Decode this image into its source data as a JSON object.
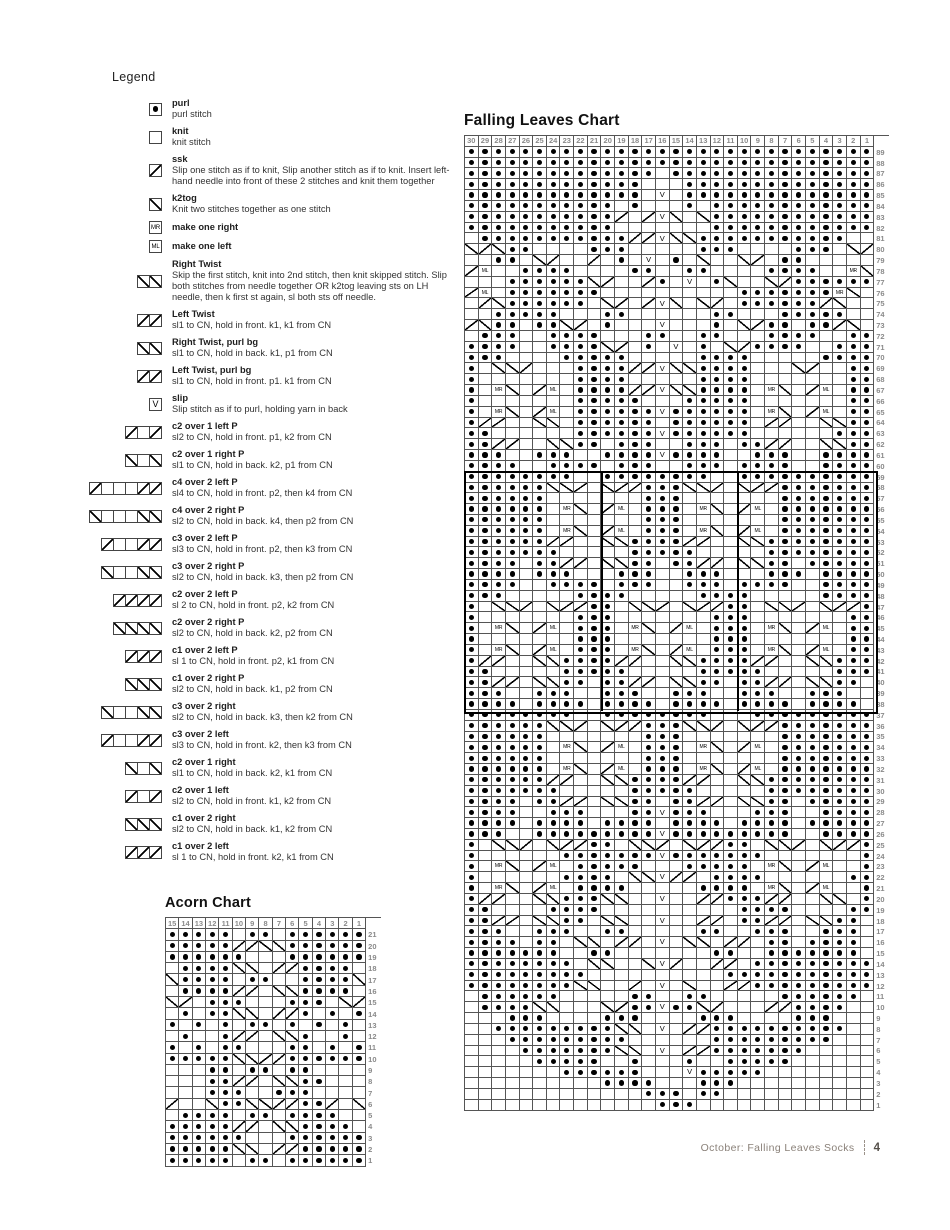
{
  "page": {
    "footer_text": "October: Falling Leaves Socks",
    "footer_page": "4"
  },
  "legend": {
    "title": "Legend",
    "items": [
      {
        "name": "purl",
        "desc": "purl stitch",
        "cells": [
          "."
        ]
      },
      {
        "name": "knit",
        "desc": "knit stitch",
        "cells": [
          "_"
        ]
      },
      {
        "name": "ssk",
        "desc": "Slip one stitch as if to knit, Slip another stitch as if to knit. Insert left-hand needle into front of these 2 stitches and knit them together",
        "cells": [
          "\\"
        ]
      },
      {
        "name": "k2tog",
        "desc": "Knit two stitches together as one stitch",
        "cells": [
          "/"
        ]
      },
      {
        "name": "make one right",
        "desc": "",
        "cells": [
          "R"
        ]
      },
      {
        "name": "make one left",
        "desc": "",
        "cells": [
          "L"
        ]
      },
      {
        "name": "Right Twist",
        "desc": "Skip the first stitch, knit into 2nd stitch, then knit skipped stitch. Slip both stitches from needle together OR k2tog leaving sts on LH needle, then k first st again, sl both sts off needle.",
        "cells": [
          "/",
          "/"
        ]
      },
      {
        "name": "Left Twist",
        "desc": "sl1 to CN, hold in front. k1, k1 from CN",
        "cells": [
          "\\",
          "\\"
        ]
      },
      {
        "name": "Right Twist, purl bg",
        "desc": "sl1 to CN, hold in back. k1, p1 from CN",
        "cells": [
          "/",
          "/"
        ]
      },
      {
        "name": "Left Twist, purl bg",
        "desc": "sl1 to CN, hold in front. p1. k1 from CN",
        "cells": [
          "\\",
          "\\"
        ]
      },
      {
        "name": "slip",
        "desc": "Slip stitch as if to purl, holding yarn in back",
        "cells": [
          "V"
        ]
      },
      {
        "name": "c2 over 1 left P",
        "desc": "sl2 to CN, hold in front. p1, k2 from CN",
        "cells": [
          "\\",
          "_",
          "\\"
        ]
      },
      {
        "name": "c2 over 1 right P",
        "desc": "sl1 to CN, hold in back. k2, p1 from CN",
        "cells": [
          "/",
          "_",
          "/"
        ]
      },
      {
        "name": "c4 over 2 left P",
        "desc": "sl4 to CN, hold in front. p2, then k4 from CN",
        "cells": [
          "\\",
          "_",
          "_",
          "_",
          "\\",
          "\\"
        ]
      },
      {
        "name": "c4 over 2 right P",
        "desc": "sl2 to CN, hold in back. k4, then p2 from CN",
        "cells": [
          "/",
          "_",
          "_",
          "_",
          "/",
          "/"
        ]
      },
      {
        "name": "c3 over 2 left P",
        "desc": "sl3 to CN, hold in front. p2, then k3 from CN",
        "cells": [
          "\\",
          "_",
          "_",
          "\\",
          "\\"
        ]
      },
      {
        "name": "c3 over 2 right P",
        "desc": "sl2 to CN, hold in back. k3, then p2 from CN",
        "cells": [
          "/",
          "_",
          "_",
          "/",
          "/"
        ]
      },
      {
        "name": "c2 over 2 left P",
        "desc": "sl 2 to CN, hold in front. p2, k2 from CN",
        "cells": [
          "\\",
          "\\",
          "\\",
          "\\"
        ]
      },
      {
        "name": "c2 over 2 right P",
        "desc": "sl2 to CN, hold in back. k2, p2 from CN",
        "cells": [
          "/",
          "/",
          "/",
          "/"
        ]
      },
      {
        "name": "c1 over 2 left P",
        "desc": "sl 1 to CN, hold in front. p2, k1 from CN",
        "cells": [
          "\\",
          "\\",
          "\\"
        ]
      },
      {
        "name": "c1 over 2 right P",
        "desc": "sl2 to CN, hold in back. k1, p2 from CN",
        "cells": [
          "/",
          "/",
          "/"
        ]
      },
      {
        "name": "c3 over 2 right",
        "desc": "sl2 to CN, hold in back. k3, then k2 from CN",
        "cells": [
          "/",
          "_",
          "_",
          "/",
          "/"
        ]
      },
      {
        "name": "c3 over 2 left",
        "desc": "sl3 to CN, hold in front. k2, then k3 from CN",
        "cells": [
          "\\",
          "_",
          "_",
          "\\",
          "\\"
        ]
      },
      {
        "name": "c2 over 1 right",
        "desc": "sl1 to CN, hold in back. k2, k1 from CN",
        "cells": [
          "/",
          "_",
          "/"
        ]
      },
      {
        "name": "c2 over 1 left",
        "desc": "sl2 to CN, hold in front. k1, k2 from CN",
        "cells": [
          "\\",
          "_",
          "\\"
        ]
      },
      {
        "name": "c1 over 2 right",
        "desc": "sl2 to CN, hold in back. k1, k2 from CN",
        "cells": [
          "/",
          "/",
          "/"
        ]
      },
      {
        "name": "c1 over 2 left",
        "desc": "sl 1 to CN, hold in front. k2, k1 from CN",
        "cells": [
          "\\",
          "\\",
          "\\"
        ]
      }
    ]
  },
  "acorn_chart": {
    "title": "Acorn Chart",
    "cols": [
      15,
      14,
      13,
      12,
      11,
      10,
      9,
      8,
      7,
      6,
      5,
      4,
      3,
      2,
      1
    ],
    "rows": [
      {
        "n": 21,
        "c": "....._.._......"
      },
      {
        "n": 20,
        "c": ".....\\\\//......"
      },
      {
        "n": 19,
        "c": "......___......"
      },
      {
        "n": 18,
        "c": "_....//_\\\\...._"
      },
      {
        "n": 17,
        "c": "/...._..__..../"
      },
      {
        "n": 16,
        "c": "_....\\\\_//...._"
      },
      {
        "n": 15,
        "c": "/\\_...___..._/\\"
      },
      {
        "n": 14,
        "c": "_._..//_\\\\._._."
      },
      {
        "n": 13,
        "c": "._._._.._._._._"
      },
      {
        "n": 12,
        "c": "_.__.\\\\_//.__._"
      },
      {
        "n": 11,
        "c": "._._..___.._._."
      },
      {
        "n": 10,
        "c": ".....//\\\\......"
      },
      {
        "n": 9,
        "c": "___.._.._..____"
      },
      {
        "n": 8,
        "c": "___..\\\\_//..___"
      },
      {
        "n": 7,
        "c": "___...__...____"
      },
      {
        "n": 6,
        "c": "\\__/..//\\\\..\\_/"
      },
      {
        "n": 5,
        "c": "_...._.._....__"
      },
      {
        "n": 4,
        "c": ".....\\\\_//...._"
      },
      {
        "n": 3,
        "c": "......___......"
      },
      {
        "n": 2,
        "c": ".....//_\\\\....."
      },
      {
        "n": 1,
        "c": "....._.._......"
      }
    ]
  },
  "falling_chart": {
    "title": "Falling Leaves Chart",
    "cols": [
      30,
      29,
      28,
      27,
      26,
      25,
      24,
      23,
      22,
      21,
      20,
      19,
      18,
      17,
      16,
      15,
      14,
      13,
      12,
      11,
      10,
      9,
      8,
      7,
      6,
      5,
      4,
      3,
      2,
      1
    ],
    "repeat": {
      "top_row": 59,
      "bottom_row": 38,
      "col_lines": [
        20,
        10
      ]
    },
    "rows": [
      {
        "n": 89,
        "c": ".............................."
      },
      {
        "n": 88,
        "c": ".............................."
      },
      {
        "n": 87,
        "c": ".............._..............."
      },
      {
        "n": 86,
        "c": ".............___.............."
      },
      {
        "n": 85,
        "c": "............._V_.............."
      },
      {
        "n": 84,
        "c": "..........._.___._............"
      },
      {
        "n": 83,
        "c": "...........\\_\\V/_/............"
      },
      {
        "n": 82,
        "c": "..........._______............"
      },
      {
        "n": 81,
        "c": "_...........\\\\V//...........__"
      },
      {
        "n": 80,
        "c": "/\\/..____..._____...____..._/\\"
      },
      {
        "n": 79,
        "c": "__.._/\\__\\_._V_._/__/\\_.._____"
      },
      {
        "n": 78,
        "c": "\\L__....____..__..____....__R/"
      },
      {
        "n": 77,
        "c": "___....../\\__\\._V_./__/\\......"
      },
      {
        "n": 76,
        "c": "\\L_.......__________.......R/_"
      },
      {
        "n": 75,
        "c": "_\\/......_/\\_\\V/_/\\_......\\/__"
      },
      {
        "n": 74,
        "c": "__.....___..______..___.....__"
      },
      {
        "n": 73,
        "c": "\\/.._../\\_.___V___._/\\.._..\\/_"
      },
      {
        "n": 72,
        "c": "_...__....___..__..___....__.."
      },
      {
        "n": 71,
        "c": "....__..../\\_._V_._/\\....__..."
      },
      {
        "n": 70,
        "c": "...____....._____...._____...."
      },
      {
        "n": 69,
        "c": "._//\\___....\\\\V//....___/\\__.."
      },
      {
        "n": 68,
        "c": "._______...._____...._______.."
      },
      {
        "n": 67,
        "c": "._R/_\\L_....\\\\V//...._R/_\\L_.."
      },
      {
        "n": 66,
        "c": "._______.....___....._______.."
      },
      {
        "n": 65,
        "c": "._R/_\\L_......V......_R/_\\L_.."
      },
      {
        "n": 64,
        "c": ".\\\\__//_......_......_\\\\__//.."
      },
      {
        "n": 63,
        "c": "..______......V......______..."
      },
      {
        "n": 62,
        "c": "..\\\\__//.._...__..._..\\\\__//.."
      },
      {
        "n": 61,
        "c": "...__...__....V....__...__...."
      },
      {
        "n": 60,
        "c": "....__...._...__..._....__...."
      },
      {
        "n": 59,
        "c": "........__........__.........."
      },
      {
        "n": 58,
        "c": "......//\\_/\\\\...//\\_/\\\\......."
      },
      {
        "n": 57,
        "c": "......_______..._______......."
      },
      {
        "n": 56,
        "c": "......_R/_\\L_..._R/_\\L_......."
      },
      {
        "n": 55,
        "c": "......_______..._______......."
      },
      {
        "n": 54,
        "c": "......_R/_\\L_..._R/_\\L_......."
      },
      {
        "n": 53,
        "c": "......\\\\__//....\\\\__//........"
      },
      {
        "n": 52,
        "c": "......._____....._____........"
      },
      {
        "n": 51,
        "c": "...._..\\\\_//.._..\\\\_//.._....."
      },
      {
        "n": 50,
        "c": "...._...___...__...___..._...."
      },
      {
        "n": 49,
        "c": "....__...._...__..._....__...."
      },
      {
        "n": 48,
        "c": "..._____...._____...._____...."
      },
      {
        "n": 47,
        "c": "._//\\_/\\\\.._//\\_/\\\\.._//\\_/\\\\."
      },
      {
        "n": 46,
        "c": "._______..._______..._______.."
      },
      {
        "n": 45,
        "c": "._R/_\\L_..._R/_\\L_..._R/_\\L_.."
      },
      {
        "n": 44,
        "c": "._______..._______..._______.."
      },
      {
        "n": 43,
        "c": "._R/_\\L_..._R/_\\L_..._R/_\\L_.."
      },
      {
        "n": 42,
        "c": ".\\\\__//....\\\\__//....\\\\__//..."
      },
      {
        "n": 41,
        "c": ".._____....._____....._____..."
      },
      {
        "n": 40,
        "c": "..\\\\_//.._..\\\\_//.._..\\\\_//.._"
      },
      {
        "n": 39,
        "c": "...__...__...__...__...__...__"
      },
      {
        "n": 38,
        "c": "...._...._...._...._...._...._"
      },
      {
        "n": 37,
        "c": "........__........___........."
      },
      {
        "n": 36,
        "c": "......//\\_/\\\\...//\\_/\\\\......."
      },
      {
        "n": 35,
        "c": "......_______..._______......."
      },
      {
        "n": 34,
        "c": "......_R/_\\L_..._R/_\\L_......."
      },
      {
        "n": 33,
        "c": "......_______..._______......."
      },
      {
        "n": 32,
        "c": "......_R/_\\L_..._R/_\\L_......."
      },
      {
        "n": 31,
        "c": "......\\\\__//....\\\\__//........"
      },
      {
        "n": 30,
        "c": "......._____....._____........"
      },
      {
        "n": 29,
        "c": "...._..\\\\_//.._..\\\\_//.._....."
      },
      {
        "n": 28,
        "c": "....__...___..V...___...__...."
      },
      {
        "n": 27,
        "c": "...._...._...._...._...._....."
      },
      {
        "n": 26,
        "c": "...__.........V.........__...."
      },
      {
        "n": 25,
        "c": "._//\\_/\\\\.._//\\_/\\\\.._//\\_/\\\\."
      },
      {
        "n": 24,
        "c": ".______.......V......._______."
      },
      {
        "n": 23,
        "c": "._R/_\\L_.....___....._R/_\\L__."
      },
      {
        "n": 22,
        "c": ".______...._//V\\\\_....______.."
      },
      {
        "n": 21,
        "c": "._R/_\\L_...._____...._R/_\\L__."
      },
      {
        "n": 20,
        "c": ".\\\\__//...//__V__\\\\...\\\\__//_."
      },
      {
        "n": 19,
        "c": "..____....__________....____.."
      },
      {
        "n": 18,
        "c": "..\\\\_//.._//__V__\\\\_..\\\\_//.._"
      },
      {
        "n": 17,
        "c": "...__...__.._____..__...__..._"
      },
      {
        "n": 16,
        "c": "...._.._//_\\\\_V_//_\\\\_.._...._"
      },
      {
        "n": 15,
        "c": ".......__.._______..__......._"
      },
      {
        "n": 14,
        "c": "........_//__/V\\__\\\\_........."
      },
      {
        "n": 13,
        "c": ".........__________..........."
      },
      {
        "n": 12,
        "c": "........//__\\_V_/__\\\\........."
      },
      {
        "n": 11,
        "c": "_......_____..__.._____......_"
      },
      {
        "n": 10,
        "c": "_....//___/\\..V../\\___\\\\....__"
      },
      {
        "n": 9,
        "c": "___...____...____...____...___"
      },
      {
        "n": 8,
        "c": "__.........//_V_\\\\..........__"
      },
      {
        "n": 7,
        "c": "___.........______.........___"
      },
      {
        "n": 6,
        "c": "____.......//_V_\\\\......._____"
      },
      {
        "n": 5,
        "c": "_____.....__.___.__.....______"
      },
      {
        "n": 4,
        "c": "_______......___V....._________"
      },
      {
        "n": 3,
        "c": "__________....___...__________"
      },
      {
        "n": 2,
        "c": "_____________..._..___________"
      },
      {
        "n": 1,
        "c": "______________..._____________"
      }
    ]
  }
}
